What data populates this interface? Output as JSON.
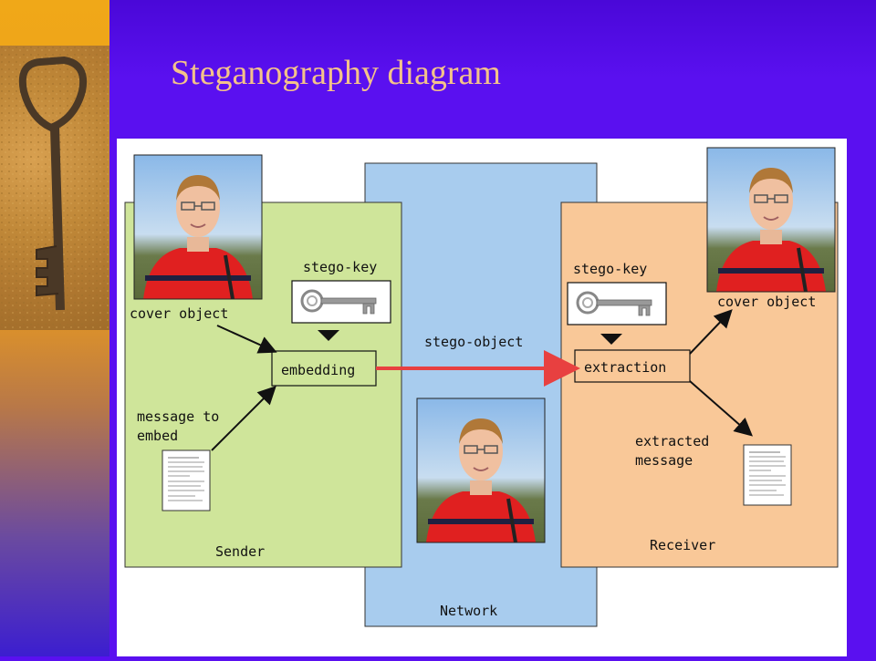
{
  "slide": {
    "title": "Steganography diagram"
  },
  "diagram": {
    "labels": {
      "cover_object_left": "cover object",
      "stego_key_left": "stego-key",
      "embedding": "embedding",
      "message_to_embed_line1": "message to",
      "message_to_embed_line2": "embed",
      "sender": "Sender",
      "stego_object": "stego-object",
      "network": "Network",
      "stego_key_right": "stego-key",
      "extraction": "extraction",
      "cover_object_right": "cover object",
      "extracted_message_line1": "extracted",
      "extracted_message_line2": "message",
      "receiver": "Receiver"
    },
    "colors": {
      "sender": "#cfe59a",
      "network": "#a8ccee",
      "receiver": "#f9c898",
      "arrow": "#e84040",
      "title": "#f4c28a",
      "slide_bg": "#5a10f0"
    },
    "icons": [
      "key-icon",
      "document-icon",
      "person-photo"
    ]
  }
}
